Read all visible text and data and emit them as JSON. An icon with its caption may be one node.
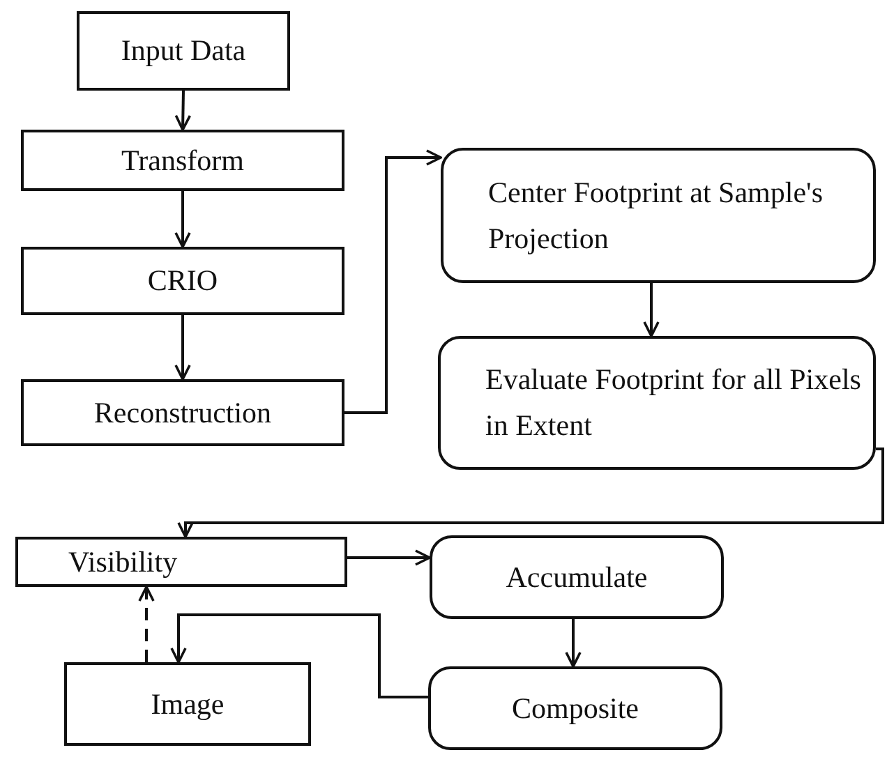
{
  "diagram": {
    "nodes": [
      {
        "text": [
          "Input Data"
        ]
      },
      {
        "text": [
          "Transform"
        ]
      },
      {
        "text": [
          "CRIO"
        ]
      },
      {
        "text": [
          "Reconstruction"
        ]
      },
      {
        "text": [
          "Center Footprint at Sample's Projection"
        ]
      },
      {
        "text": [
          "Evaluate Footprint for all Pixels in Extent"
        ]
      },
      {
        "text": [
          "Visibility"
        ]
      },
      {
        "text": [
          "Accumulate"
        ]
      },
      {
        "text": [
          "Image"
        ]
      },
      {
        "text": [
          "Composite"
        ]
      }
    ],
    "edges": [
      {
        "from": 0,
        "to": 1,
        "arrow": "to"
      },
      {
        "from": 1,
        "to": 2,
        "arrow": "to"
      },
      {
        "from": 2,
        "to": 3,
        "arrow": "to"
      },
      {
        "from": 3,
        "to": 4,
        "arrow": "to"
      },
      {
        "from": 4,
        "to": 5,
        "arrow": "to"
      },
      {
        "from": 5,
        "to": 6,
        "arrow": "to"
      },
      {
        "from": 6,
        "to": 7,
        "arrow": "to"
      },
      {
        "from": 7,
        "to": 9,
        "arrow": "to"
      },
      {
        "from": 9,
        "to": 8,
        "arrow": "to"
      },
      {
        "from": 8,
        "to": 6,
        "arrow": "to",
        "style": "dashed"
      }
    ]
  }
}
